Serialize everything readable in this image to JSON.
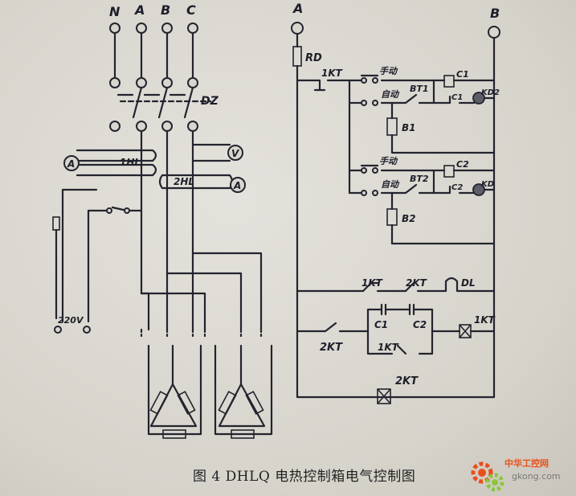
{
  "caption": "图 4 DHLQ 电热控制箱电气控制图",
  "labels": {
    "N": "N",
    "A": "A",
    "B": "B",
    "C": "C",
    "ctrlA": "A",
    "ctrlB": "B",
    "DZ": "DZ",
    "HL1": "1HL",
    "HL2": "2HL",
    "ammeter1": "A",
    "ammeter2": "A",
    "voltmeter": "V",
    "v220": "220V",
    "RD": "RD",
    "KT1": "1KT",
    "manual1": "手动",
    "auto1": "自动",
    "BT1": "BT1",
    "C1coil": "C1",
    "C1contact": "C1",
    "KD2": "KD2",
    "B1": "B1",
    "manual2": "手动",
    "auto2": "自动",
    "BT2": "BT2",
    "C2coil": "C2",
    "C2contact": "C2",
    "KD": "KD",
    "B2": "B2",
    "rowKT1": "1KT",
    "rowKT2": "2KT",
    "DL": "DL",
    "C1b": "C1",
    "C2b": "C2",
    "KT2a": "2KT",
    "KT1b": "1KT",
    "KT1coil": "1KT",
    "KT2coil": "2KT"
  },
  "watermark": {
    "title": "中华工控网",
    "url": "gkong.com"
  },
  "colors": {
    "ink": "#23242e",
    "paper": "#d9d6cf",
    "watermark_orange": "#e8501a",
    "watermark_green": "#8cc63f"
  }
}
